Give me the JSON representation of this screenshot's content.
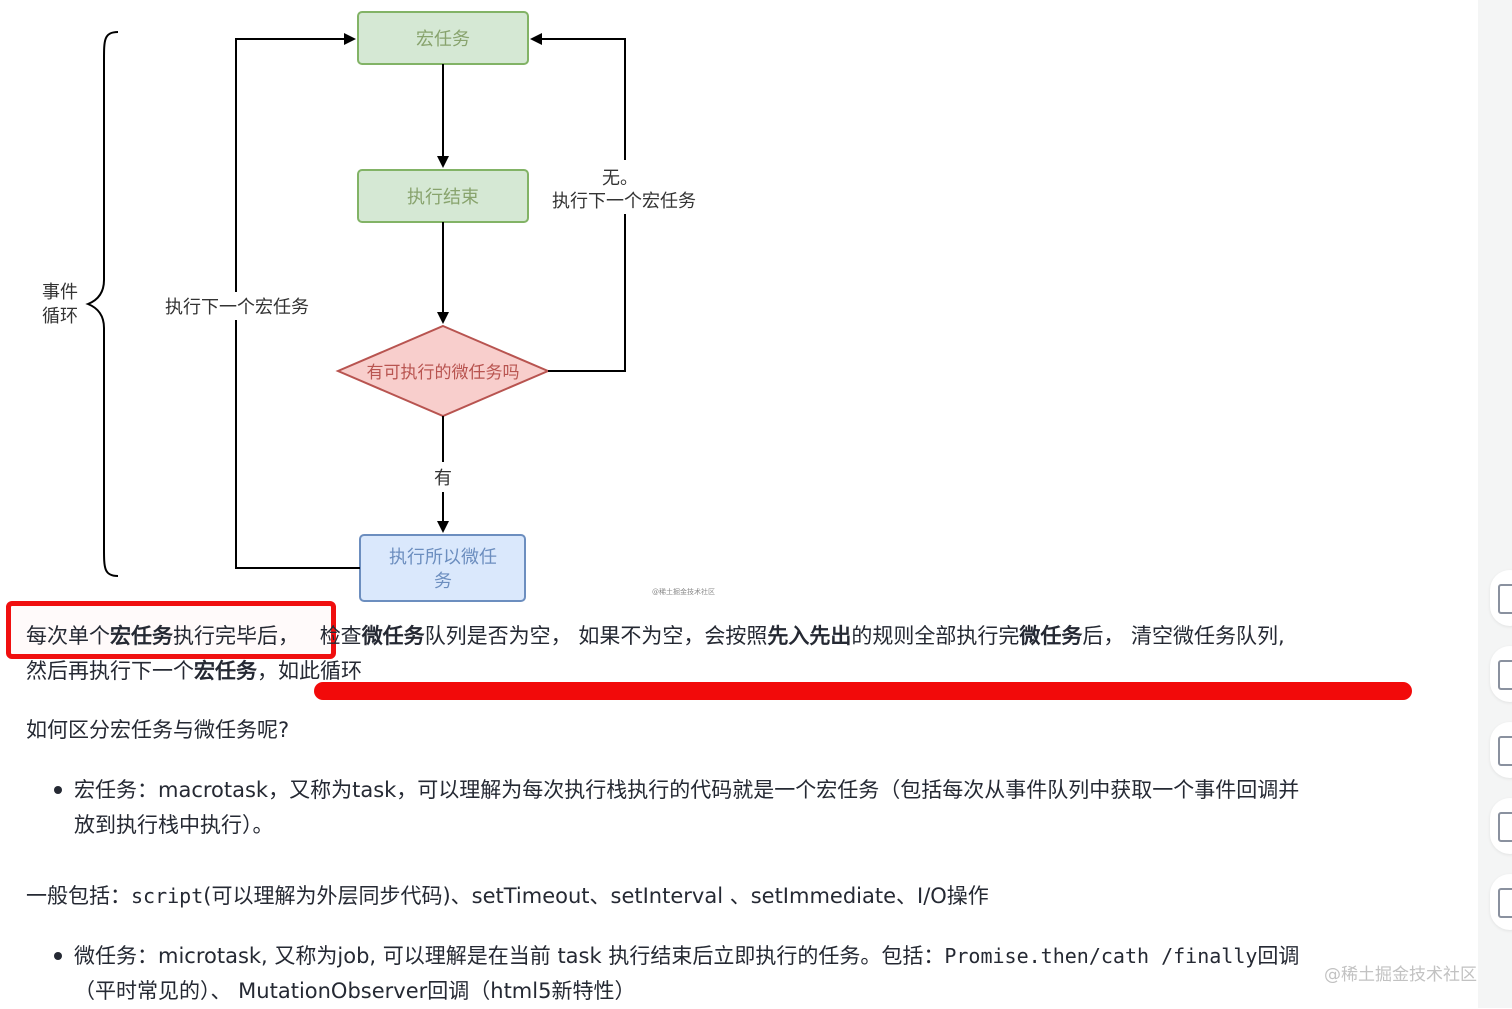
{
  "diagram": {
    "macro_task": "宏任务",
    "exec_end": "执行结束",
    "has_micro": "有可执行的微任务吗",
    "exec_all_micro_line1": "执行所以微任",
    "exec_all_micro_line2": "务",
    "none_label_line1": "无。",
    "none_label_line2": "执行下一个宏任务",
    "left_loop_label": "执行下一个宏任务",
    "yes_label": "有",
    "event_loop_line1": "事件",
    "event_loop_line2": "循环",
    "tiny_watermark": "@稀土掘金技术社区"
  },
  "article": {
    "p1": {
      "s1": "每次单个",
      "b1": "宏任务",
      "s2": "执行完毕后，",
      "s3": "检查",
      "b2": "微任务",
      "s4": "队列是否为空， 如果不为空，会按照",
      "b3": "先入先出",
      "s5": "的规则全部执行完",
      "b4": "微任务",
      "s6": "后， 清空微任务队列,",
      "s7": "然后再执行下一个",
      "b5": "宏任务",
      "s8": "，如此循环"
    },
    "question": "如何区分宏任务与微任务呢?",
    "bullet1_line1": "宏任务：macrotask，又称为task，可以理解为每次执行栈执行的代码就是一个宏任务（包括每次从事件队列中获取一个事件回调并",
    "bullet1_line2": "放到执行栈中执行）。",
    "general_prefix": "一般包括：",
    "general_code": "script",
    "general_rest": "(可以理解为外层同步代码)、setTimeout、setInterval 、setImmediate、I/O操作",
    "bullet2_prefix": "微任务：microtask, 又称为job, 可以理解是在当前 task 执行结束后立即执行的任务。包括：",
    "bullet2_code": "Promise.then/cath /finally",
    "bullet2_suffix": "回调",
    "bullet2_line2": "（平时常见的）、 MutationObserver回调（html5新特性）"
  },
  "watermark": "@稀土掘金技术社区",
  "colors": {
    "green_fill": "#d5e8d4",
    "green_stroke": "#82b366",
    "red_fill": "#f8cecc",
    "red_stroke": "#b85450",
    "blue_fill": "#dae8fc",
    "blue_stroke": "#6c8ebf",
    "annotation_red": "#f20a0a"
  }
}
